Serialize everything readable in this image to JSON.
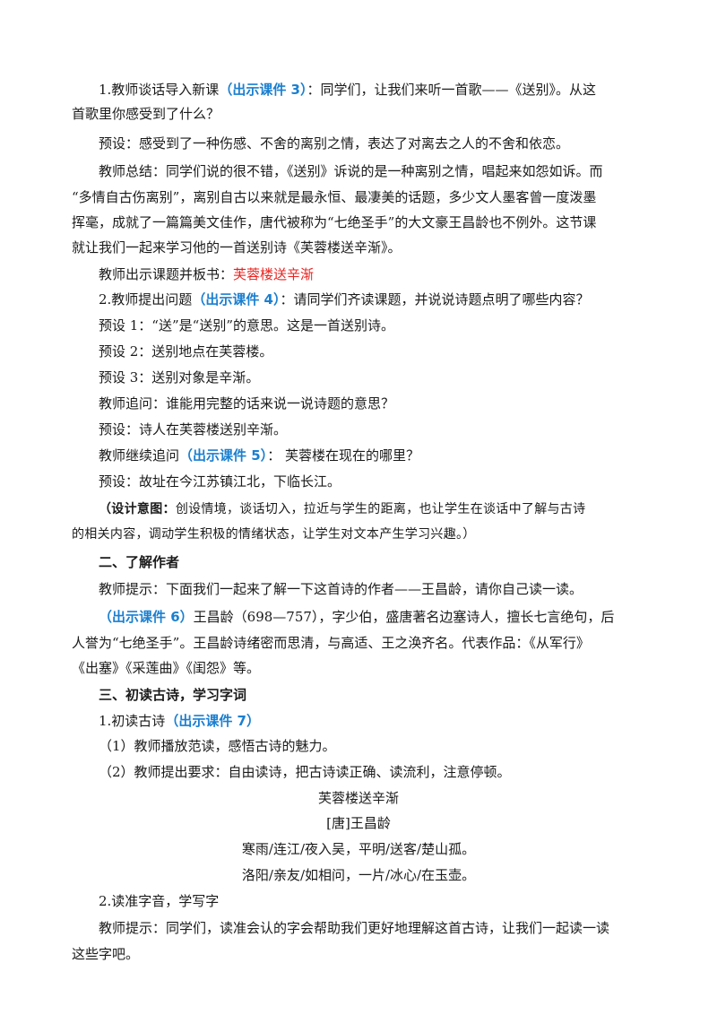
{
  "colors": {
    "highlight_blue": "#1a7fd0",
    "title_red": "#e8231f",
    "text": "#1a1a1a"
  },
  "section1": {
    "p1_a": "1.教师谈话导入新课",
    "p1_tag": "（出示课件 3）",
    "p1_b": "：同学们，让我们来听一首歌——《送别》。从这",
    "p1_c": "首歌里你感受到了什么？",
    "preset1": "预设：感受到了一种伤感、不舍的离别之情，表达了对离去之人的不舍和依恋。",
    "summary_1": "教师总结：同学们说的很不错，《送别》诉说的是一种离别之情，唱起来如怨如诉。而",
    "summary_2": "“多情自古伤离别”，离别自古以来就是最永恒、最凄美的话题，多少文人墨客曾一度泼墨",
    "summary_3": "挥毫，成就了一篇篇美文佳作，唐代被称为“七绝圣手”的大文豪王昌龄也不例外。这节课",
    "summary_4": "就让我们一起来学习他的一首送别诗《芙蓉楼送辛渐》。",
    "board_label": "教师出示课题并板书：",
    "board_title": "芙蓉楼送辛渐",
    "q2_a": "2.教师提出问题",
    "q2_tag": "（出示课件 4）",
    "q2_b": "：请同学们齐读课题，并说说诗题点明了哪些内容？",
    "q2_pre1": "预设 1：“送”是“送别”的意思。这是一首送别诗。",
    "q2_pre2": "预设 2：送别地点在芙蓉楼。",
    "q2_pre3": "预设 3：送别对象是辛渐。",
    "follow1": "教师追问：谁能用完整的话来说一说诗题的意思？",
    "follow1_pre": "预设：诗人在芙蓉楼送别辛渐。",
    "follow2_a": "教师继续追问",
    "follow2_tag": "（出示课件 5）",
    "follow2_b": "： 芙蓉楼在现在的哪里？",
    "follow2_pre": "预设：故址在今江苏镇江北，下临长江。",
    "design_label": "（设计意图：",
    "design_1": "创设情境，谈话切入，拉近与学生的距离，也让学生在谈话中了解与古诗",
    "design_2": "的相关内容，调动学生积极的情绪状态，让学生对文本产生学习兴趣。）"
  },
  "section2": {
    "heading": "二、了解作者",
    "hint": "教师提示：下面我们一起来了解一下这首诗的作者——王昌龄，请你自己读一读。",
    "tag": "（出示课件 6）",
    "bio_1": "王昌龄（698—757），字少伯，盛唐著名边塞诗人，擅长七言绝句，后",
    "bio_2": "人誉为“七绝圣手”。王昌龄诗绪密而思清，与高适、王之涣齐名。代表作品：《从军行》",
    "bio_3": "《出塞》《采莲曲》《闺怨》等。"
  },
  "section3": {
    "heading": "三、初读古诗，学习字词",
    "s1_a": "1.初读古诗",
    "s1_tag": "（出示课件 7）",
    "s1_i1": "（1）教师播放范读，感悟古诗的魅力。",
    "s1_i2": "（2）教师提出要求：自由读诗，把古诗读正确、读流利，注意停顿。",
    "poem_title": "芙蓉楼送辛渐",
    "poem_author": "[唐]王昌龄",
    "poem_line1": "寒雨/连江/夜入吴，平明/送客/楚山孤。",
    "poem_line2": "洛阳/亲友/如相问，一片/冰心/在玉壶。",
    "s2": "2.读准字音，学写字",
    "s2_hint_1": "教师提示：同学们，读准会认的字会帮助我们更好地理解这首古诗，让我们一起读一读",
    "s2_hint_2": "这些字吧。"
  }
}
